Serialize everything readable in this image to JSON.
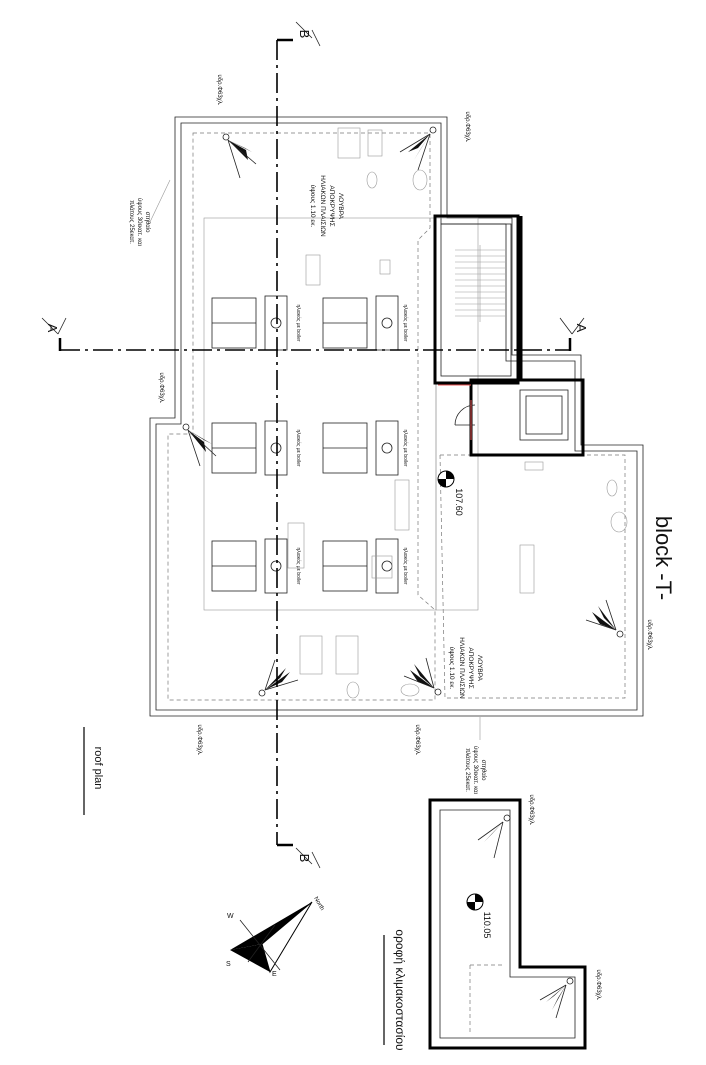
{
  "block_title": "block  -T-",
  "roof_plan_label": "roof plan",
  "stair_roof_label": "οροφή κλιμακοστασίου",
  "section_a_left": "A",
  "section_a_right": "A",
  "section_b_top": "B",
  "section_b_bottom": "B",
  "elevation_main": "107.60",
  "elevation_stair": "110.05",
  "louvre_note_top": [
    "ΛΟΥΒΡΑ",
    "ΑΠΟΚΡΥΨΗΣ",
    "ΗΛΙΑΚΩΝ ΠΛΑΙΣΙΩΝ",
    "ύψους 1.10 εκ."
  ],
  "louvre_note_bottom": [
    "ΛΟΥΒΡΑ",
    "ΑΠΟΚΡΥΨΗΣ",
    "ΗΛΙΑΚΩΝ ΠΛΑΙΣΙΩΝ",
    "ύψους 1.10 εκ."
  ],
  "parapet_note_left": [
    "στηθαίο",
    "ύψους 30εκατ. και",
    "πλάτους 25εκατ."
  ],
  "parapet_note_bottom": [
    "στηθαίο",
    "ύψους 30εκατ. και",
    "πλάτους 25εκατ."
  ],
  "drain_label": "υδρ.Φ63χλ.",
  "collector_label": "ηλιακός με boiler",
  "compass": {
    "north": "North",
    "east": "E",
    "south": "S",
    "west": "W"
  }
}
